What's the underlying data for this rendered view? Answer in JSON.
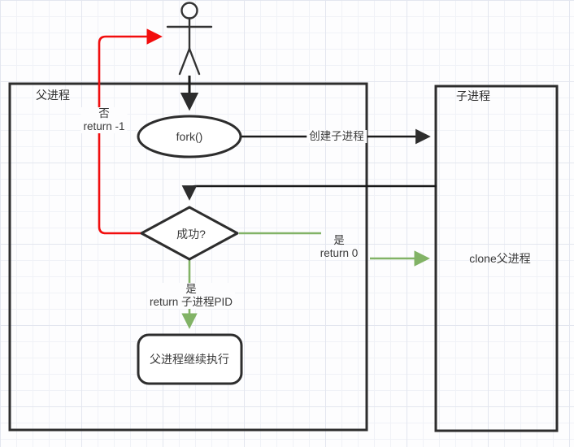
{
  "diagram": {
    "title_semantic": "fork-process-flowchart",
    "containers": {
      "parent": {
        "label": "父进程"
      },
      "child": {
        "label": "子进程"
      }
    },
    "nodes": {
      "fork": {
        "label": "fork()"
      },
      "decision": {
        "label": "成功?"
      },
      "continue": {
        "label": "父进程继续执行"
      },
      "clone": {
        "label": "clone父进程"
      }
    },
    "edges": {
      "create_child": {
        "label": "创建子进程"
      },
      "fail": {
        "line1": "否",
        "line2": "return -1"
      },
      "yes_zero": {
        "line1": "是",
        "line2": "return 0"
      },
      "yes_pid": {
        "line1": "是",
        "line2": "return 子进程PID"
      }
    },
    "colors": {
      "line": "#2d2d2d",
      "fail_path": "#f20d0d",
      "success_path": "#82b366",
      "shape_fill": "#ffffff",
      "grid_line": "#e3e6ef"
    }
  }
}
